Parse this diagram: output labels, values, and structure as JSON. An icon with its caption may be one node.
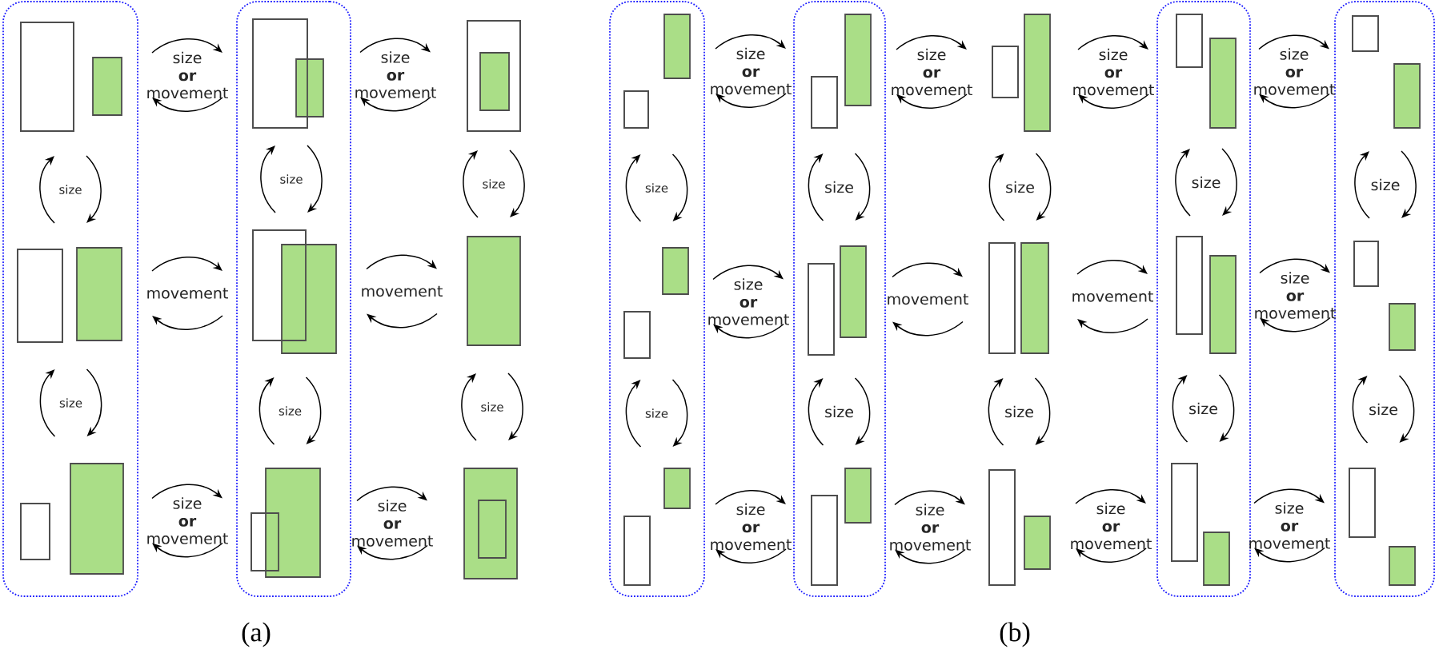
{
  "diagram": {
    "nodes": [
      {
        "text": [],
        "shape": "box"
      },
      {
        "text": [],
        "shape": "box",
        "in": 0
      },
      {
        "text": [],
        "shape": "box",
        "in": 0
      },
      {
        "text": [],
        "shape": "box",
        "in": 0
      },
      {
        "text": [],
        "shape": "box"
      },
      {
        "text": [],
        "shape": "box",
        "in": 4
      },
      {
        "text": [],
        "shape": "box",
        "in": 4
      },
      {
        "text": [],
        "shape": "box",
        "in": 4
      },
      {
        "text": [],
        "shape": "box"
      },
      {
        "text": [],
        "shape": "box"
      },
      {
        "text": [],
        "shape": "box"
      },
      {
        "text": [],
        "shape": "box"
      },
      {
        "text": [],
        "shape": "box",
        "in": 11
      },
      {
        "text": [],
        "shape": "box",
        "in": 11
      },
      {
        "text": [],
        "shape": "box",
        "in": 11
      },
      {
        "text": [],
        "shape": "box"
      },
      {
        "text": [],
        "shape": "box",
        "in": 15
      },
      {
        "text": [],
        "shape": "box",
        "in": 15
      },
      {
        "text": [],
        "shape": "box",
        "in": 15
      },
      {
        "text": [],
        "shape": "box"
      },
      {
        "text": [],
        "shape": "box"
      },
      {
        "text": [],
        "shape": "box"
      },
      {
        "text": [],
        "shape": "box"
      },
      {
        "text": [],
        "shape": "box",
        "in": 22
      },
      {
        "text": [],
        "shape": "box",
        "in": 22
      },
      {
        "text": [],
        "shape": "box",
        "in": 22
      },
      {
        "text": [],
        "shape": "box"
      },
      {
        "text": [],
        "shape": "box",
        "in": 26
      },
      {
        "text": [],
        "shape": "box",
        "in": 26
      },
      {
        "text": [],
        "shape": "box",
        "in": 26
      }
    ],
    "edges": [
      {
        "from": 1,
        "to": 5,
        "arrow": "to",
        "label": "size **or** movement"
      },
      {
        "from": 5,
        "to": 1,
        "arrow": "to"
      },
      {
        "from": 5,
        "to": 8,
        "arrow": "to",
        "label": "size **or** movement"
      },
      {
        "from": 8,
        "to": 5,
        "arrow": "to"
      },
      {
        "from": 1,
        "to": 2,
        "arrow": "to",
        "label": "size"
      },
      {
        "from": 2,
        "to": 1,
        "arrow": "to"
      },
      {
        "from": 5,
        "to": 6,
        "arrow": "to",
        "label": "size"
      },
      {
        "from": 6,
        "to": 5,
        "arrow": "to"
      },
      {
        "from": 8,
        "to": 9,
        "arrow": "to",
        "label": "size"
      },
      {
        "from": 9,
        "to": 8,
        "arrow": "to"
      },
      {
        "from": 2,
        "to": 6,
        "arrow": "to",
        "label": "movement"
      },
      {
        "from": 6,
        "to": 2,
        "arrow": "to"
      },
      {
        "from": 6,
        "to": 9,
        "arrow": "to",
        "label": "movement"
      },
      {
        "from": 9,
        "to": 6,
        "arrow": "to"
      },
      {
        "from": 2,
        "to": 3,
        "arrow": "to",
        "label": "size"
      },
      {
        "from": 3,
        "to": 2,
        "arrow": "to"
      },
      {
        "from": 6,
        "to": 7,
        "arrow": "to",
        "label": "size"
      },
      {
        "from": 7,
        "to": 6,
        "arrow": "to"
      },
      {
        "from": 9,
        "to": 10,
        "arrow": "to",
        "label": "size"
      },
      {
        "from": 10,
        "to": 9,
        "arrow": "to"
      },
      {
        "from": 3,
        "to": 7,
        "arrow": "to",
        "label": "size **or** movement"
      },
      {
        "from": 7,
        "to": 3,
        "arrow": "to"
      },
      {
        "from": 7,
        "to": 10,
        "arrow": "to",
        "label": "size **or** movement"
      },
      {
        "from": 10,
        "to": 7,
        "arrow": "to"
      },
      {
        "from": 12,
        "to": 16,
        "arrow": "to",
        "label": "size **or** movement"
      },
      {
        "from": 16,
        "to": 12,
        "arrow": "to"
      },
      {
        "from": 16,
        "to": 19,
        "arrow": "to",
        "label": "size **or** movement"
      },
      {
        "from": 19,
        "to": 16,
        "arrow": "to"
      },
      {
        "from": 19,
        "to": 23,
        "arrow": "to",
        "label": "size **or** movement"
      },
      {
        "from": 23,
        "to": 19,
        "arrow": "to"
      },
      {
        "from": 23,
        "to": 27,
        "arrow": "to",
        "label": "size **or** movement"
      },
      {
        "from": 27,
        "to": 23,
        "arrow": "to"
      },
      {
        "from": 12,
        "to": 13,
        "arrow": "to",
        "label": "size"
      },
      {
        "from": 13,
        "to": 12,
        "arrow": "to"
      },
      {
        "from": 16,
        "to": 17,
        "arrow": "to",
        "label": "size"
      },
      {
        "from": 17,
        "to": 16,
        "arrow": "to"
      },
      {
        "from": 19,
        "to": 20,
        "arrow": "to",
        "label": "size"
      },
      {
        "from": 20,
        "to": 19,
        "arrow": "to"
      },
      {
        "from": 23,
        "to": 24,
        "arrow": "to",
        "label": "size"
      },
      {
        "from": 24,
        "to": 23,
        "arrow": "to"
      },
      {
        "from": 27,
        "to": 28,
        "arrow": "to",
        "label": "size"
      },
      {
        "from": 28,
        "to": 27,
        "arrow": "to"
      },
      {
        "from": 13,
        "to": 17,
        "arrow": "to",
        "label": "size **or** movement"
      },
      {
        "from": 17,
        "to": 13,
        "arrow": "to"
      },
      {
        "from": 17,
        "to": 20,
        "arrow": "to",
        "label": "movement"
      },
      {
        "from": 20,
        "to": 17,
        "arrow": "to"
      },
      {
        "from": 20,
        "to": 24,
        "arrow": "to",
        "label": "movement"
      },
      {
        "from": 24,
        "to": 20,
        "arrow": "to"
      },
      {
        "from": 24,
        "to": 28,
        "arrow": "to",
        "label": "size **or** movement"
      },
      {
        "from": 28,
        "to": 24,
        "arrow": "to"
      },
      {
        "from": 13,
        "to": 14,
        "arrow": "to",
        "label": "size"
      },
      {
        "from": 14,
        "to": 13,
        "arrow": "to"
      },
      {
        "from": 17,
        "to": 18,
        "arrow": "to",
        "label": "size"
      },
      {
        "from": 18,
        "to": 17,
        "arrow": "to"
      },
      {
        "from": 20,
        "to": 21,
        "arrow": "to",
        "label": "size"
      },
      {
        "from": 21,
        "to": 20,
        "arrow": "to"
      },
      {
        "from": 24,
        "to": 25,
        "arrow": "to",
        "label": "size"
      },
      {
        "from": 25,
        "to": 24,
        "arrow": "to"
      },
      {
        "from": 28,
        "to": 29,
        "arrow": "to",
        "label": "size"
      },
      {
        "from": 29,
        "to": 28,
        "arrow": "to"
      },
      {
        "from": 14,
        "to": 18,
        "arrow": "to",
        "label": "size **or** movement"
      },
      {
        "from": 18,
        "to": 14,
        "arrow": "to"
      },
      {
        "from": 18,
        "to": 21,
        "arrow": "to",
        "label": "size **or** movement"
      },
      {
        "from": 21,
        "to": 18,
        "arrow": "to"
      },
      {
        "from": 21,
        "to": 25,
        "arrow": "to",
        "label": "size **or** movement"
      },
      {
        "from": 25,
        "to": 21,
        "arrow": "to"
      },
      {
        "from": 25,
        "to": 29,
        "arrow": "to",
        "label": "size **or** movement"
      },
      {
        "from": 29,
        "to": 25,
        "arrow": "to"
      }
    ],
    "labels": [
      "(a)",
      "(b)"
    ]
  }
}
